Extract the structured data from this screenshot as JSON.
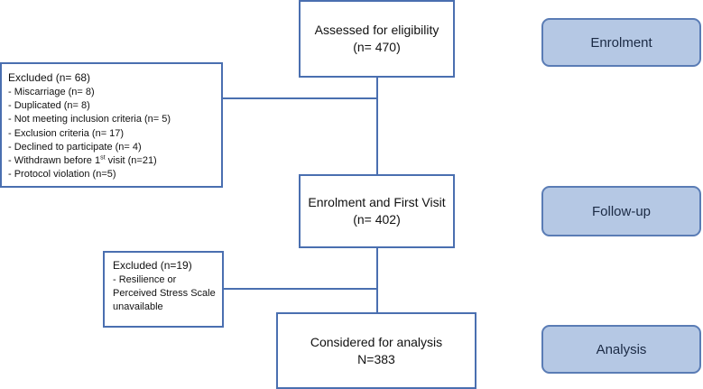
{
  "flow": {
    "assessed": {
      "title": "Assessed for eligibility",
      "count": "(n= 470)"
    },
    "enrolment": {
      "title": "Enrolment and First Visit",
      "count": "(n= 402)"
    },
    "analysis": {
      "title": "Considered for analysis",
      "count": "N=383"
    },
    "excluded_first": {
      "header": "Excluded (n= 68)",
      "items": [
        "- Miscarriage (n= 8)",
        "- Duplicated (n= 8)",
        "- Not meeting inclusion criteria (n= 5)",
        "- Exclusion criteria (n= 17)",
        "- Declined to participate (n= 4)"
      ],
      "withdrawn": {
        "prefix": "- Withdrawn before 1",
        "superscript": "st",
        "suffix": " visit (n=21)"
      },
      "last_item": "- Protocol violation (n=5)"
    },
    "excluded_second": {
      "header": "Excluded (n=19)",
      "items": [
        "- Resilience or",
        "Perceived Stress Scale",
        "unavailable"
      ]
    }
  },
  "stages": {
    "enrolment": "Enrolment",
    "followup": "Follow-up",
    "analysis": "Analysis"
  },
  "colors": {
    "box_border": "#4a6fb0",
    "stage_fill": "#b5c8e4",
    "stage_border": "#5a7cb5"
  }
}
